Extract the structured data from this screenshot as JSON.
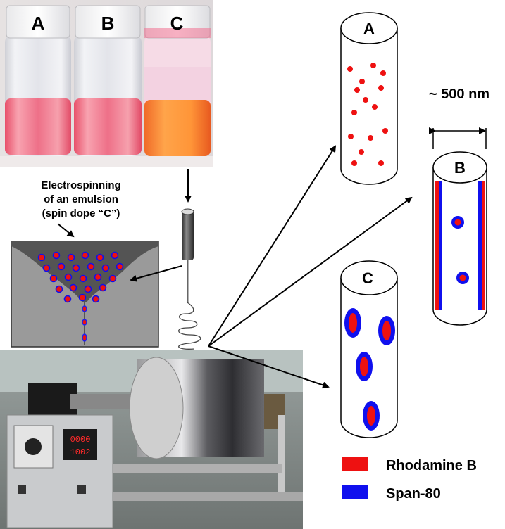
{
  "vials": {
    "a_label": "A",
    "b_label": "B",
    "c_label": "C"
  },
  "emulsion_caption": {
    "line1": "Electrospinning",
    "line2": "of an emulsion",
    "line3": "(spin dope “C”)"
  },
  "fibers": {
    "a_label": "A",
    "b_label": "B",
    "c_label": "C",
    "diameter_label": "~ 500 nm"
  },
  "controller": {
    "readout_top": "0000",
    "readout_bottom": "1002"
  },
  "legend": {
    "rhodamine_label": "Rhodamine B",
    "span_label": "Span-80",
    "rhodamine_color": "#ee1111",
    "span_color": "#1010ee"
  }
}
